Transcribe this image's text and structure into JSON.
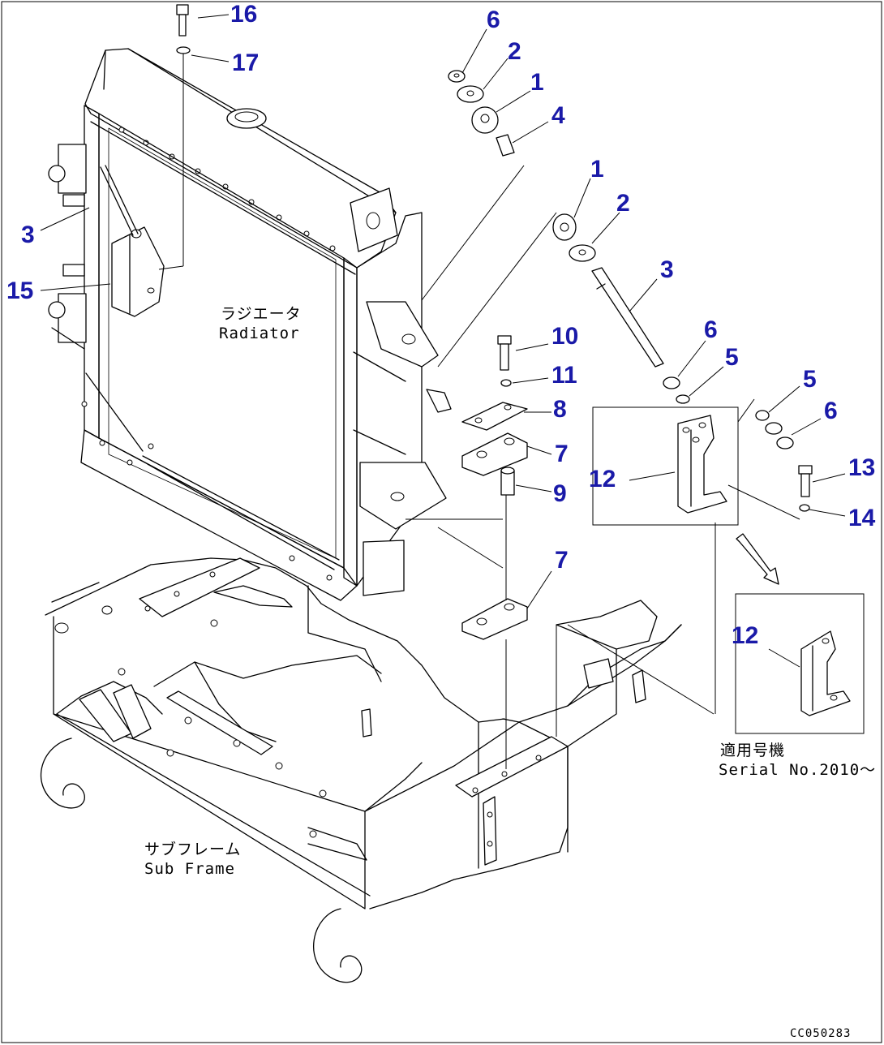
{
  "callouts": [
    {
      "id": "c16",
      "text": "16"
    },
    {
      "id": "c17",
      "text": "17"
    },
    {
      "id": "c6a",
      "text": "6"
    },
    {
      "id": "c2a",
      "text": "2"
    },
    {
      "id": "c1a",
      "text": "1"
    },
    {
      "id": "c4",
      "text": "4"
    },
    {
      "id": "c3a",
      "text": "3"
    },
    {
      "id": "c15",
      "text": "15"
    },
    {
      "id": "c1b",
      "text": "1"
    },
    {
      "id": "c2b",
      "text": "2"
    },
    {
      "id": "c3b",
      "text": "3"
    },
    {
      "id": "c10",
      "text": "10"
    },
    {
      "id": "c6b",
      "text": "6"
    },
    {
      "id": "c5a",
      "text": "5"
    },
    {
      "id": "c11",
      "text": "11"
    },
    {
      "id": "c5b",
      "text": "5"
    },
    {
      "id": "c8",
      "text": "8"
    },
    {
      "id": "c6c",
      "text": "6"
    },
    {
      "id": "c7a",
      "text": "7"
    },
    {
      "id": "c13",
      "text": "13"
    },
    {
      "id": "c12a",
      "text": "12"
    },
    {
      "id": "c9",
      "text": "9"
    },
    {
      "id": "c14",
      "text": "14"
    },
    {
      "id": "c7b",
      "text": "7"
    },
    {
      "id": "c12b",
      "text": "12"
    }
  ],
  "labels": {
    "radiator_jp": "ラジエータ",
    "radiator_en": "Radiator",
    "subframe_jp": "サブフレーム",
    "subframe_en": "Sub Frame",
    "serial_jp": "適用号機",
    "serial_en": "Serial No.2010～"
  },
  "drawing_code": "CC050283",
  "colors": {
    "callout": "#1a1aa8",
    "line": "#000000",
    "background": "#ffffff"
  }
}
